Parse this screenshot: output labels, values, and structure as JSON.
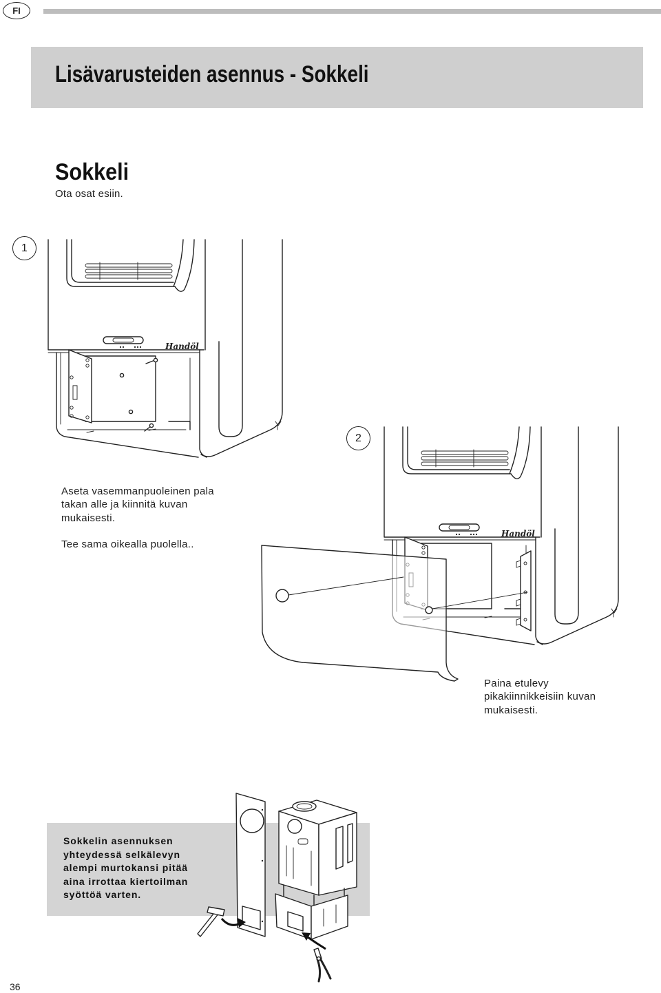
{
  "page": {
    "language_badge": "FI",
    "page_number": "36"
  },
  "header": {
    "title": "Lisävarusteiden asennus - Sokkeli"
  },
  "section": {
    "heading": "Sokkeli",
    "intro": "Ota osat esiin."
  },
  "step1": {
    "number": "1",
    "instruction": [
      "Aseta vasemmanpuoleinen pala",
      "takan alle ja kiinnitä kuvan",
      "mukaisesti."
    ],
    "note": "Tee sama oikealla puolella.."
  },
  "step2": {
    "number": "2",
    "instruction": [
      "Paina etulevy",
      "pikakiinnikkeisiin kuvan",
      "mukaisesti."
    ]
  },
  "notice": {
    "lines": [
      "Sokkelin asennuksen",
      "yhteydessä selkälevyn",
      "alempi murtokansi pitää",
      "aina irrottaa kiertoilman",
      "syöttöä varten."
    ]
  },
  "illustrations": {
    "brand_logo": "Handöl"
  },
  "colors": {
    "header_background": "#cfcfcf",
    "top_rule": "#bdbdbd",
    "notice_background": "#d4d4d4",
    "line_art": "#222222"
  }
}
